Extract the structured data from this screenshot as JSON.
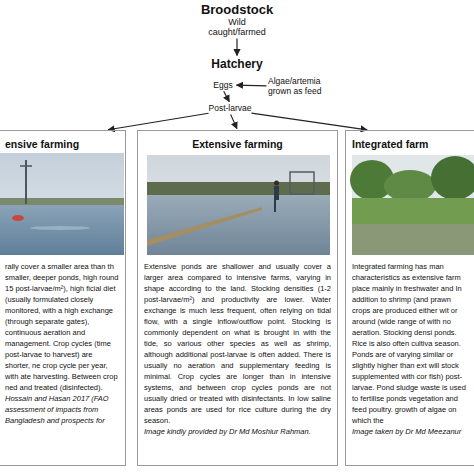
{
  "diagram": {
    "nodes": [
      {
        "text": [
          "Broodstock",
          "Wild caught/farmed"
        ]
      },
      {
        "text": [
          "Hatchery"
        ]
      },
      {
        "text": [
          "Eggs"
        ]
      },
      {
        "text": [
          "Algae/artemia grown as feed"
        ]
      },
      {
        "text": [
          "Post-larvae"
        ]
      },
      {
        "text": [
          "ensive farming",
          "rally cover a smaller area than th smaller, deeper ponds, high round 15 post-larvae/m²), high ficial diet (usually formulated closely monitored, with a high exchange (through separate gates), continuous aeration and management. Crop cycles (time post-larvae to harvest) are shorter, ne crop cycle per year, with ate harvesting. Between crop ned and treated (disinfected).",
          "Hossain and Hasan 2017 (FAO assessment of impacts from Bangladesh and prospects for"
        ]
      },
      {
        "text": [
          "Extensive farming",
          "Extensive ponds are shallower and usually cover a larger area compared to intensive farms, varying in shape according to the land. Stocking densities (1-2 post-larvae/m²) and productivity are lower. Water exchange is much less frequent, often relying on tidal flow, with a single inflow/outflow point. Stocking is commonly dependent on what is brought in with the tide, so various other species as well as shrimp, although additional post-larvae is often added. There is usually no aeration and supplementary feeding is minimal. Crop cycles are longer than in intensive systems, and between crop cycles ponds are not usually dried or treated with disinfectants. In low saline areas ponds are used for rice culture during the dry season.",
          "Image kindly provided by Dr Md Moshiur Rahman."
        ]
      },
      {
        "text": [
          "Integrated farm",
          "Integrated farming has man characteristics as extensive farm place mainly in freshwater and In addition to shrimp (and prawn crops are produced either wit or around (wide range of with no aeration. Stocking densi ponds. Rice is also often cultiva season. Ponds are of varying similar or slightly higher than ext will stock supplemented with cor fish) post-larvae. Pond sludge waste is used to fertilise ponds vegetation and feed poultry. growth of algae on which the",
          "Image taken by Dr Md Meezanur"
        ]
      }
    ],
    "edges": [
      {
        "from": 0,
        "to": 1,
        "arrow": "to"
      },
      {
        "from": 3,
        "to": 2,
        "arrow": "to"
      },
      {
        "from": 2,
        "to": 4,
        "arrow": "to"
      },
      {
        "from": 4,
        "to": 5,
        "arrow": "to"
      },
      {
        "from": 4,
        "to": 6,
        "arrow": "to"
      },
      {
        "from": 4,
        "to": 7,
        "arrow": "to"
      }
    ]
  }
}
